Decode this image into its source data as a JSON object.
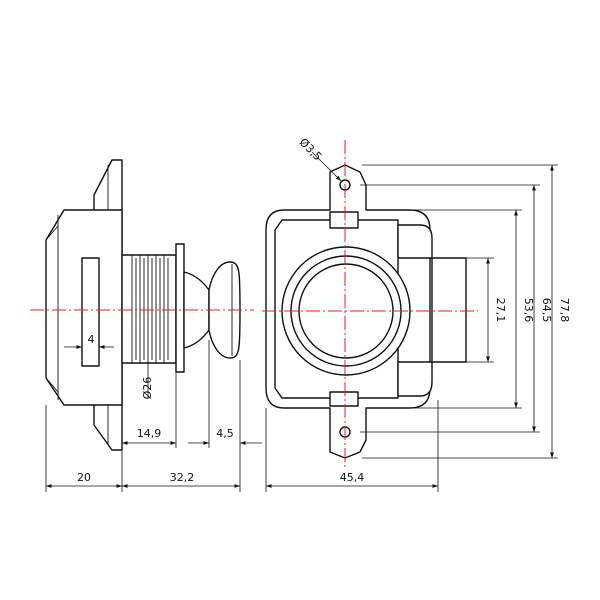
{
  "colors": {
    "outline": "#111111",
    "centerline": "#e02020",
    "background": "#ffffff"
  },
  "dimensions": {
    "left_base": "20",
    "left_body": "32,2",
    "flange": "14,9",
    "knob": "4,5",
    "slot_width": "4",
    "thread_dia": "Ø26",
    "hole_dia": "Ø3,5",
    "front_width": "45,4",
    "h_27": "27,1",
    "h_53": "53,6",
    "h_64": "64,5",
    "h_77": "77,8"
  }
}
